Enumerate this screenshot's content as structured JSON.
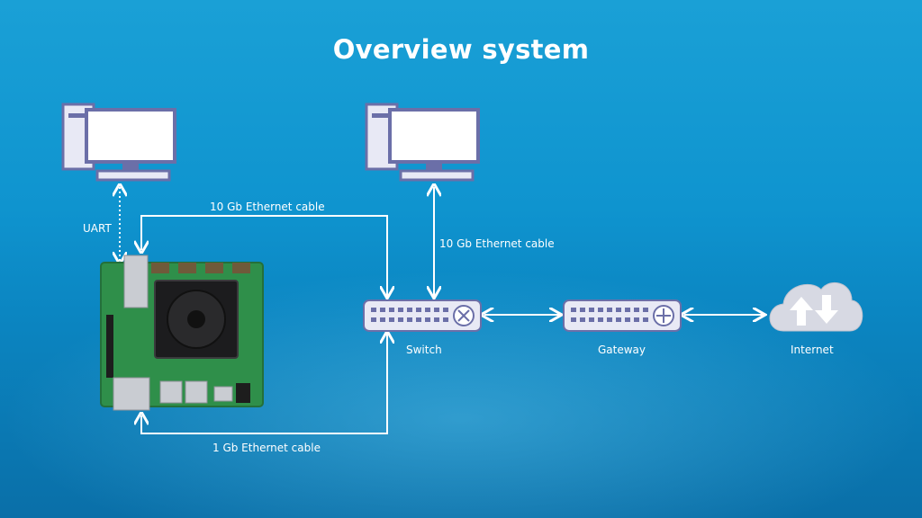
{
  "title": "Overview system",
  "links": {
    "uart": "UART",
    "top_cable": "10 Gb Ethernet cable",
    "switch_pc_cable": "10 Gb Ethernet cable",
    "bottom_cable": "1 Gb Ethernet cable"
  },
  "nodes": {
    "switch": "Switch",
    "gateway": "Gateway",
    "internet": "Internet"
  },
  "colors": {
    "background": "#0f94cf",
    "connector": "#ffffff",
    "device": "#e8e9f5",
    "device_outline": "#6b6fa8",
    "board": "#2f8f4a"
  }
}
